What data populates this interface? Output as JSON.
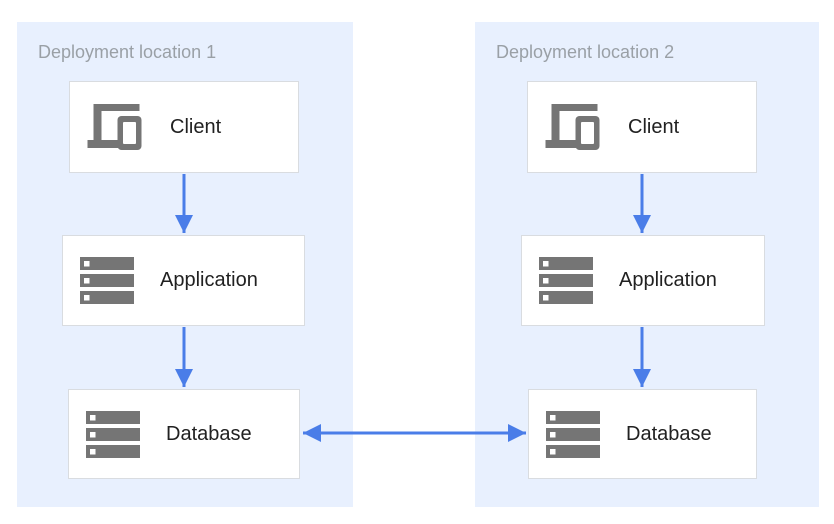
{
  "colors": {
    "canvas_bg": "#ffffff",
    "region_fill": "#e8f0fe",
    "node_fill": "#ffffff",
    "node_border": "#d9dce0",
    "arrow_blue": "#4a7de8",
    "icon_gray": "#757575",
    "title_gray": "#9aa0a6",
    "label_dark": "#212121"
  },
  "regions": [
    {
      "title": "Deployment location 1",
      "nodes": [
        {
          "id": "client-1",
          "label": "Client",
          "icon": "devices-icon"
        },
        {
          "id": "application-1",
          "label": "Application",
          "icon": "server-stack-icon"
        },
        {
          "id": "database-1",
          "label": "Database",
          "icon": "server-stack-icon"
        }
      ]
    },
    {
      "title": "Deployment location 2",
      "nodes": [
        {
          "id": "client-2",
          "label": "Client",
          "icon": "devices-icon"
        },
        {
          "id": "application-2",
          "label": "Application",
          "icon": "server-stack-icon"
        },
        {
          "id": "database-2",
          "label": "Database",
          "icon": "server-stack-icon"
        }
      ]
    }
  ],
  "connections": [
    {
      "from": "client-1",
      "to": "application-1",
      "style": "arrow-down"
    },
    {
      "from": "application-1",
      "to": "database-1",
      "style": "arrow-down"
    },
    {
      "from": "client-2",
      "to": "application-2",
      "style": "arrow-down"
    },
    {
      "from": "application-2",
      "to": "database-2",
      "style": "arrow-down"
    },
    {
      "from": "database-1",
      "to": "database-2",
      "style": "arrow-bidirectional"
    }
  ]
}
